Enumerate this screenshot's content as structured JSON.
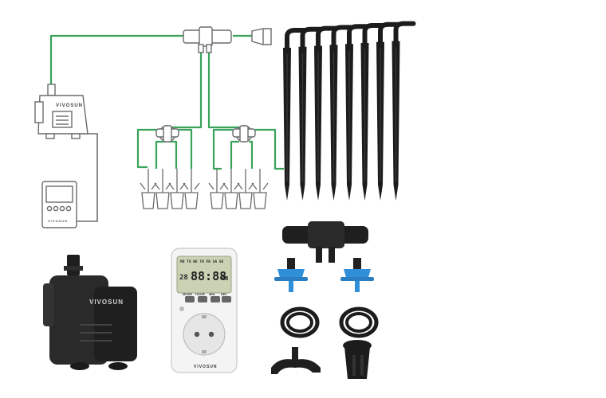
{
  "colors": {
    "background": "#ffffff",
    "tubing_green": "#3aa35a",
    "outline_gray": "#6b6b6b",
    "stake_black": "#1c1c1c",
    "pump_body": "#2a2a2a",
    "timer_white": "#f4f4f4",
    "lcd_green": "#c9d3b4",
    "dripper_blue": "#2f8fd8"
  },
  "diagram": {
    "pump_brand": "VIVOSUN",
    "timer_brand": "VIVOSUN"
  },
  "photo": {
    "pump_brand": "VIVOSUN",
    "timer": {
      "lcd_time": "88:88",
      "lcd_seconds": "88",
      "lcd_prefix": "28",
      "lcd_top_row": "MO TU WE TH FR SA SU",
      "buttons": [
        "MODE",
        "HOUR",
        "MIN",
        "DEL"
      ],
      "brand": "VIVOSUN"
    }
  },
  "icons": [
    "submersible-pump-icon",
    "digital-timer-icon",
    "drip-stake-icon",
    "tee-connector-icon",
    "dripper-icon",
    "tubing-coil-icon",
    "tubing-holder-icon",
    "end-cap-icon"
  ]
}
